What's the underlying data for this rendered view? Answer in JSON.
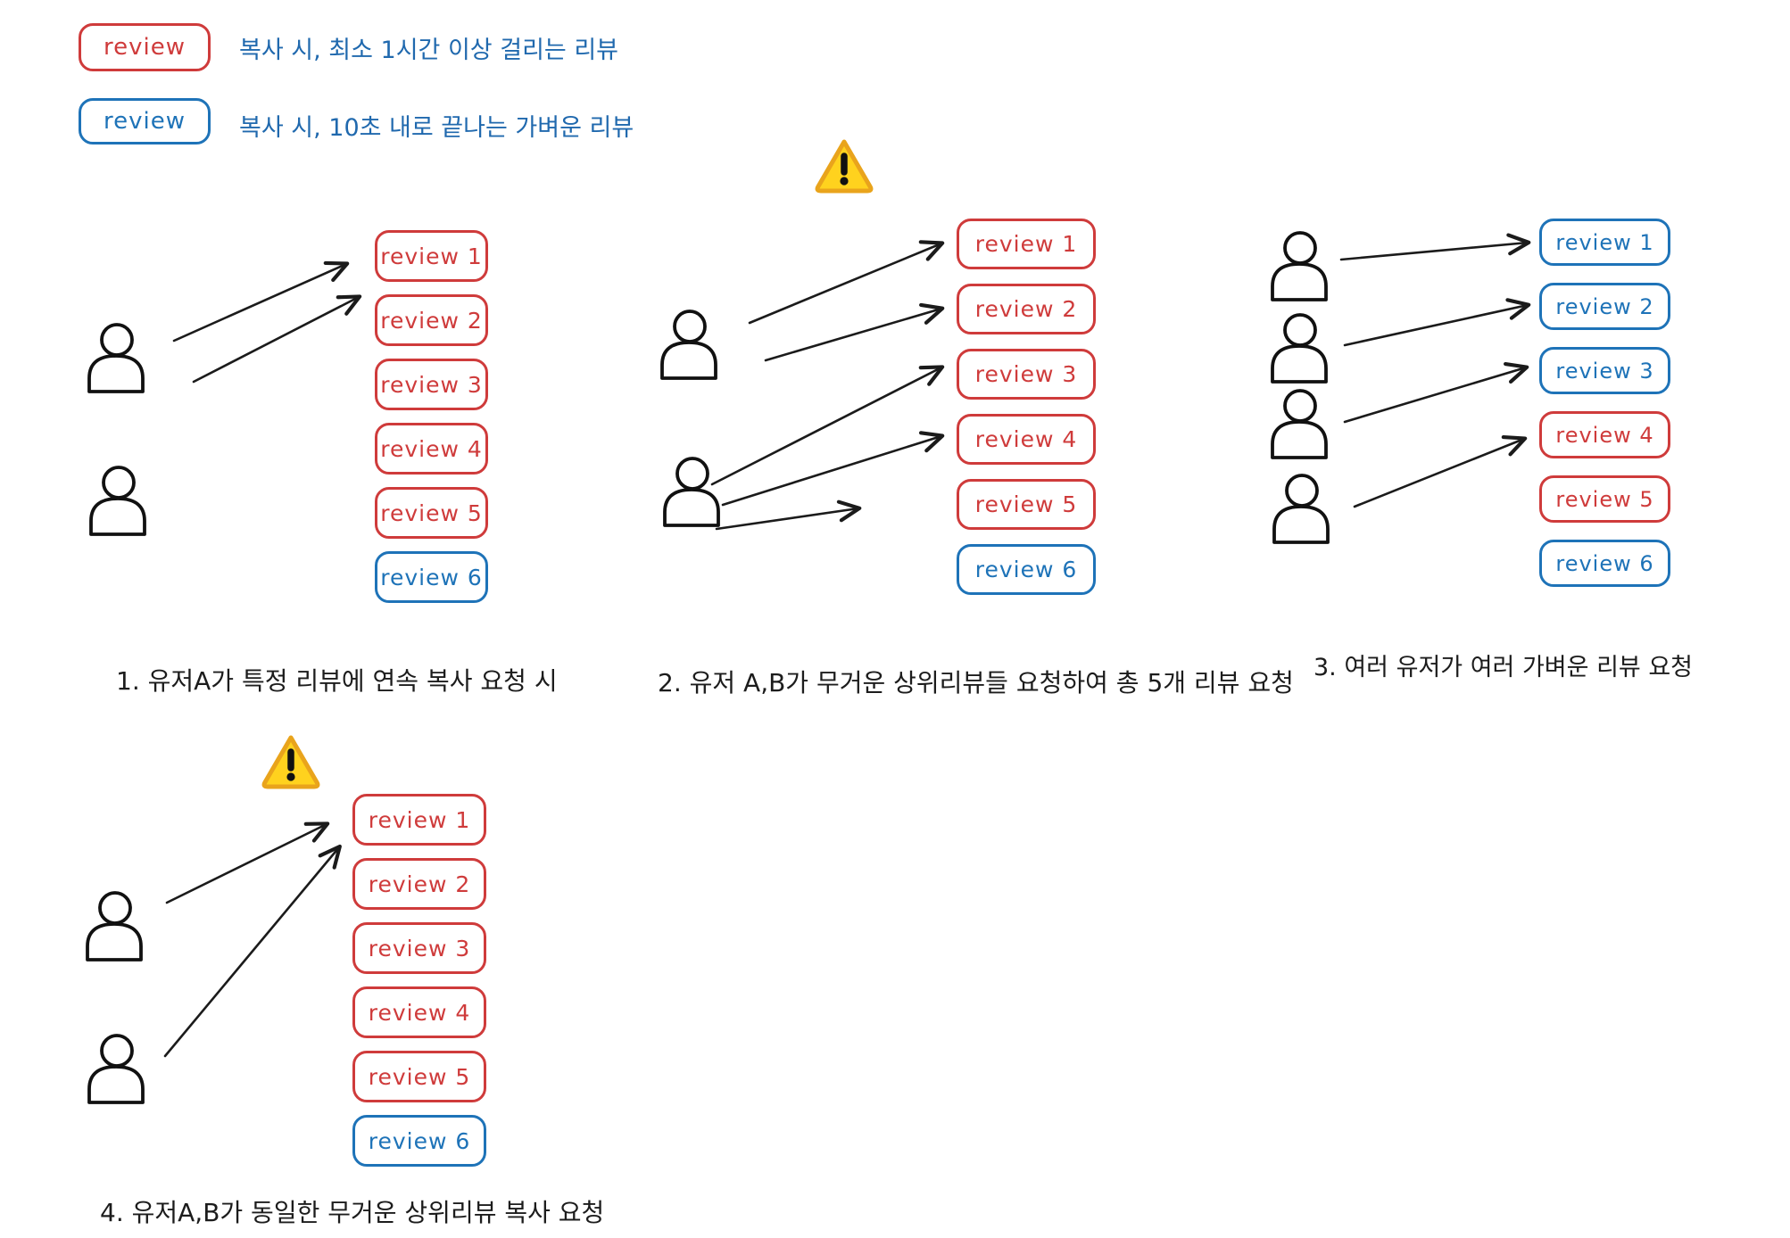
{
  "legend": {
    "items": [
      {
        "box_label": "review",
        "variant": "red",
        "description": "복사 시, 최소 1시간 이상 걸리는 리뷰"
      },
      {
        "box_label": "review",
        "variant": "blue",
        "description": "복사 시, 10초 내로 끝나는 가벼운 리뷰"
      }
    ]
  },
  "colors": {
    "heavy_review": "#cf3b3b",
    "light_review": "#1e73b8",
    "legend_text": "#2069ae",
    "caption_text": "#1c1c1c",
    "warning_fill": "#ffd21e",
    "warning_border": "#e9a41c",
    "arrow": "#1b1b1b"
  },
  "diagrams": [
    {
      "caption": "1. 유저A가 특정 리뷰에 연속 복사 요청 시",
      "has_warning": false,
      "user_count": 2,
      "boxes": [
        {
          "label": "review 1",
          "variant": "red"
        },
        {
          "label": "review 2",
          "variant": "red"
        },
        {
          "label": "review 3",
          "variant": "red"
        },
        {
          "label": "review 4",
          "variant": "red"
        },
        {
          "label": "review 5",
          "variant": "red"
        },
        {
          "label": "review 6",
          "variant": "blue"
        }
      ]
    },
    {
      "caption": "2. 유저 A,B가 무거운 상위리뷰들 요청하여 총 5개 리뷰 요청",
      "has_warning": true,
      "user_count": 2,
      "boxes": [
        {
          "label": "review 1",
          "variant": "red"
        },
        {
          "label": "review 2",
          "variant": "red"
        },
        {
          "label": "review 3",
          "variant": "red"
        },
        {
          "label": "review 4",
          "variant": "red"
        },
        {
          "label": "review 5",
          "variant": "red"
        },
        {
          "label": "review 6",
          "variant": "blue"
        }
      ]
    },
    {
      "caption": "3. 여러 유저가 여러 가벼운 리뷰 요청",
      "has_warning": false,
      "user_count": 4,
      "boxes": [
        {
          "label": "review 1",
          "variant": "blue"
        },
        {
          "label": "review 2",
          "variant": "blue"
        },
        {
          "label": "review 3",
          "variant": "blue"
        },
        {
          "label": "review 4",
          "variant": "red"
        },
        {
          "label": "review 5",
          "variant": "red"
        },
        {
          "label": "review 6",
          "variant": "blue"
        }
      ]
    },
    {
      "caption": "4. 유저A,B가 동일한 무거운 상위리뷰 복사 요청",
      "has_warning": true,
      "user_count": 2,
      "boxes": [
        {
          "label": "review 1",
          "variant": "red"
        },
        {
          "label": "review 2",
          "variant": "red"
        },
        {
          "label": "review 3",
          "variant": "red"
        },
        {
          "label": "review 4",
          "variant": "red"
        },
        {
          "label": "review 5",
          "variant": "red"
        },
        {
          "label": "review 6",
          "variant": "blue"
        }
      ]
    }
  ]
}
